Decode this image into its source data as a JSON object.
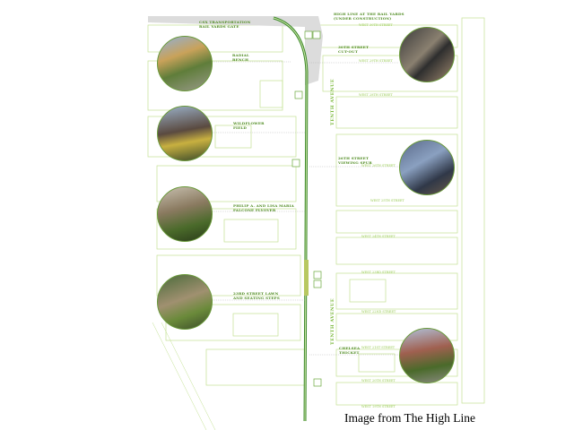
{
  "map": {
    "labels": [
      {
        "text": "CSX TRANSPORTATION\nRAIL YARDS GATE"
      },
      {
        "text": "HIGH LINE AT THE RAIL YARDS\n(UNDER CONSTRUCTION)"
      },
      {
        "text": "RADIAL\nBENCH"
      },
      {
        "text": "30TH STREET\nCUT-OUT"
      },
      {
        "text": "WILDFLOWER\nFIELD"
      },
      {
        "text": "26TH STREET\nVIEWING SPUR"
      },
      {
        "text": "PHILIP A. AND LISA MARIA\nFALCONE FLYOVER"
      },
      {
        "text": "23RD STREET LAWN\nAND SEATING STEPS"
      },
      {
        "text": "CHELSEA\nTHICKET"
      }
    ],
    "avenue": "TENTH AVENUE",
    "streets": [
      "WEST 30TH STREET",
      "WEST 29TH STREET",
      "WEST 28TH STREET",
      "WEST 26TH STREET",
      "WEST 25TH STREET",
      "WEST 24TH STREET",
      "WEST 23RD STREET",
      "WEST 22ND STREET",
      "WEST 21ST STREET",
      "WEST 20TH STREET",
      "WEST 19TH STREET"
    ],
    "colors": {
      "outline": "#b5db7e",
      "path": "#3a8a2a",
      "label": "#4d8a1e"
    }
  },
  "caption": "Image from The High Line"
}
